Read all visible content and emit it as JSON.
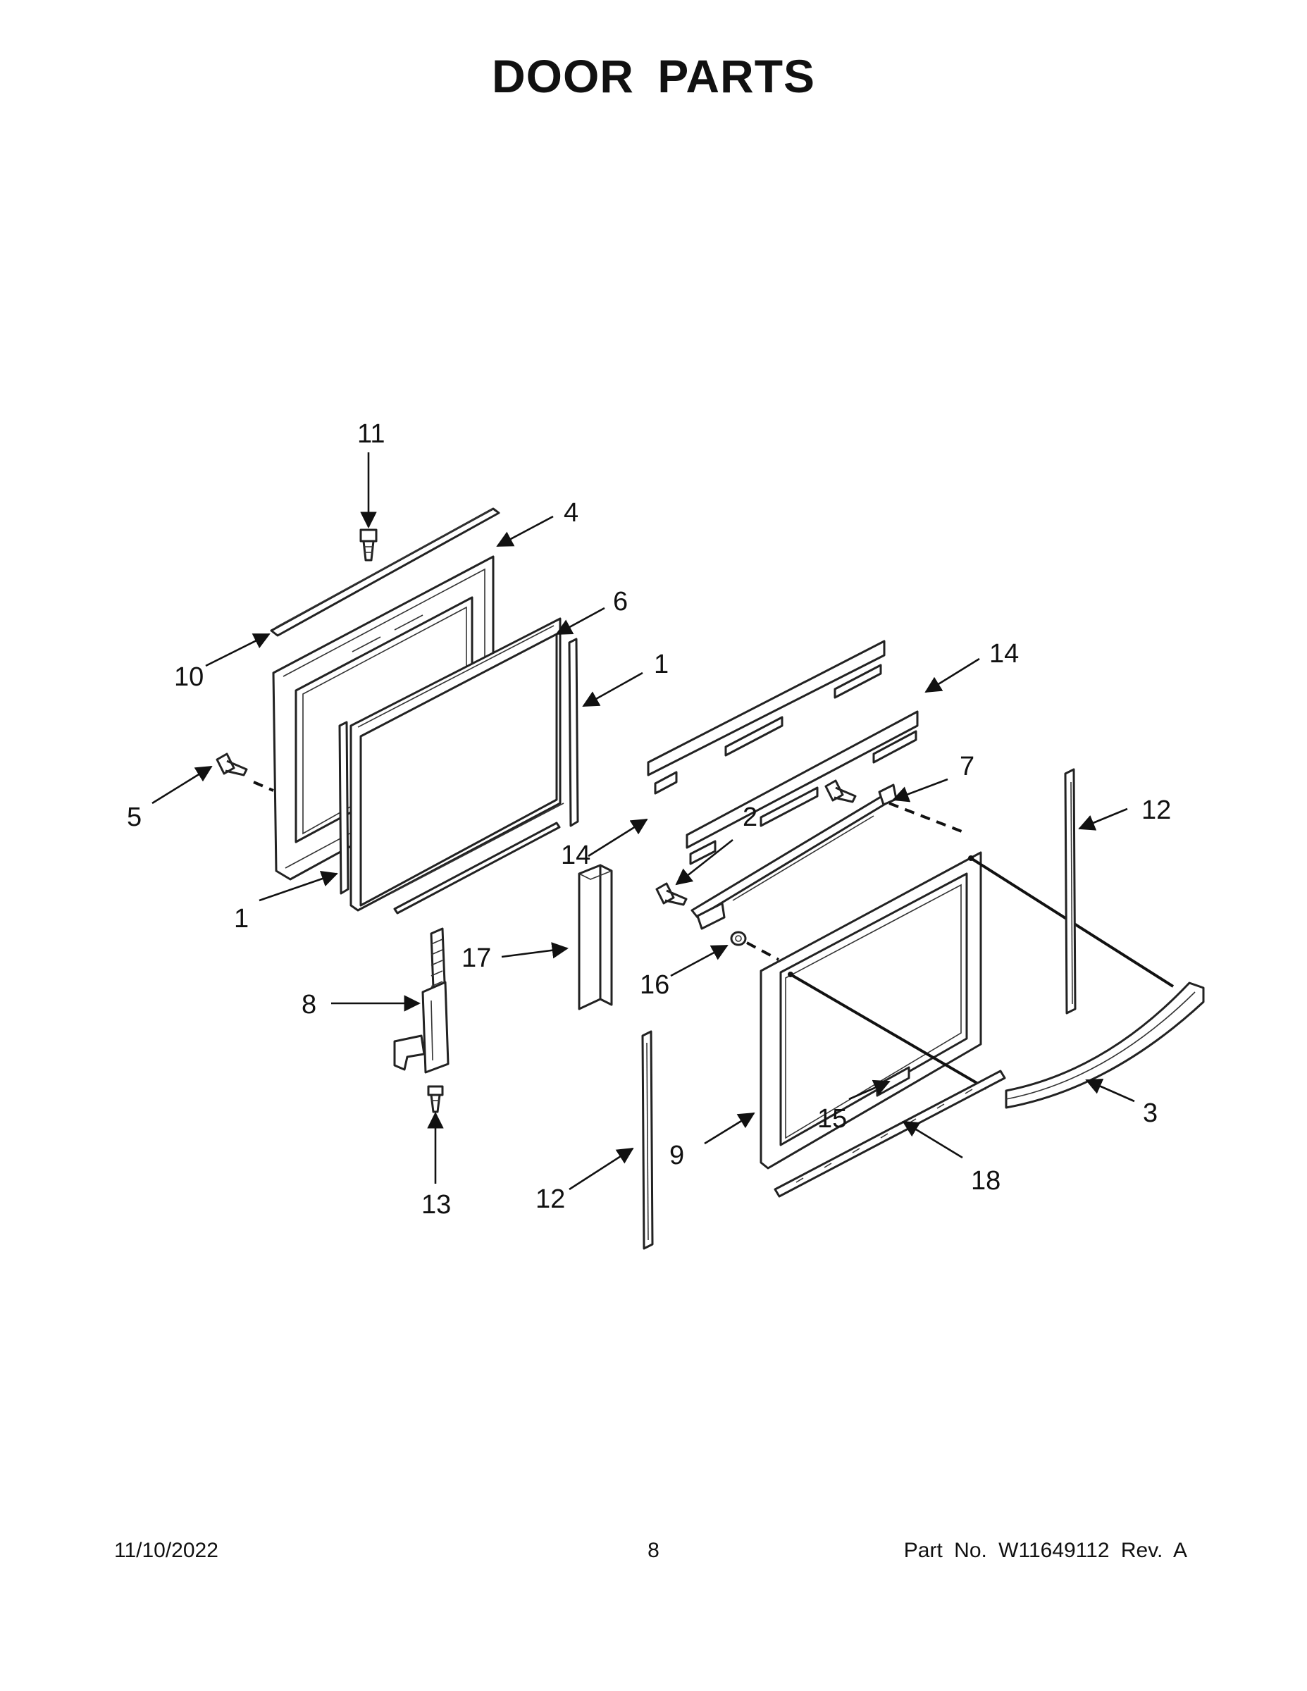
{
  "title": "DOOR PARTS",
  "callouts": {
    "c1a": "1",
    "c1b": "1",
    "c2": "2",
    "c3": "3",
    "c4": "4",
    "c5": "5",
    "c6": "6",
    "c7": "7",
    "c8": "8",
    "c9": "9",
    "c10": "10",
    "c11": "11",
    "c12a": "12",
    "c12b": "12",
    "c13": "13",
    "c14a": "14",
    "c14b": "14",
    "c15": "15",
    "c16": "16",
    "c17": "17",
    "c18": "18"
  },
  "footer": {
    "date": "11/10/2022",
    "page": "8",
    "part": "Part No.  W11649112  Rev.  A"
  }
}
